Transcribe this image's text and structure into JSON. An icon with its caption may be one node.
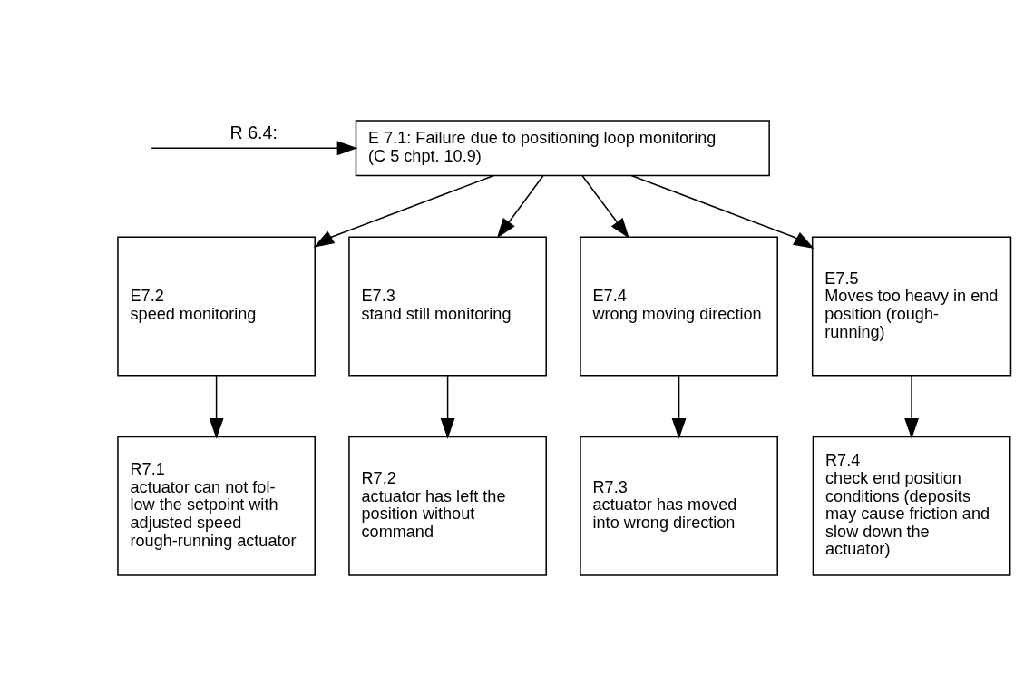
{
  "diagram": {
    "nodes": [
      {
        "text": [
          "E 7.1: Failure due to positioning loop monitoring",
          "(C 5 chpt. 10.9)"
        ]
      },
      {
        "text": [
          "E7.2",
          "speed monitoring"
        ]
      },
      {
        "text": [
          "E7.3",
          "stand still monitoring"
        ]
      },
      {
        "text": [
          "E7.4",
          "wrong moving direction"
        ]
      },
      {
        "text": [
          "E7.5",
          "Moves too heavy in end position (rough-running)"
        ]
      },
      {
        "text": [
          "R7.1",
          "actuator can not fol-low the setpoint with adjusted speed",
          "rough-running actuator"
        ]
      },
      {
        "text": [
          "R7.2",
          "actuator has left the position without command"
        ]
      },
      {
        "text": [
          "R7.3",
          "actuator has moved into wrong direction"
        ]
      },
      {
        "text": [
          "R7.4",
          "check end position conditions (deposits may cause friction and slow down the actuator)"
        ]
      }
    ],
    "edges": [
      {
        "from": null,
        "to": 0,
        "arrow": "to",
        "label": "R 6.4:"
      },
      {
        "from": 0,
        "to": 1,
        "arrow": "to"
      },
      {
        "from": 0,
        "to": 2,
        "arrow": "to"
      },
      {
        "from": 0,
        "to": 3,
        "arrow": "to"
      },
      {
        "from": 0,
        "to": 4,
        "arrow": "to"
      },
      {
        "from": 1,
        "to": 5,
        "arrow": "to"
      },
      {
        "from": 2,
        "to": 6,
        "arrow": "to"
      },
      {
        "from": 3,
        "to": 7,
        "arrow": "to"
      },
      {
        "from": 4,
        "to": 8,
        "arrow": "to"
      }
    ]
  }
}
